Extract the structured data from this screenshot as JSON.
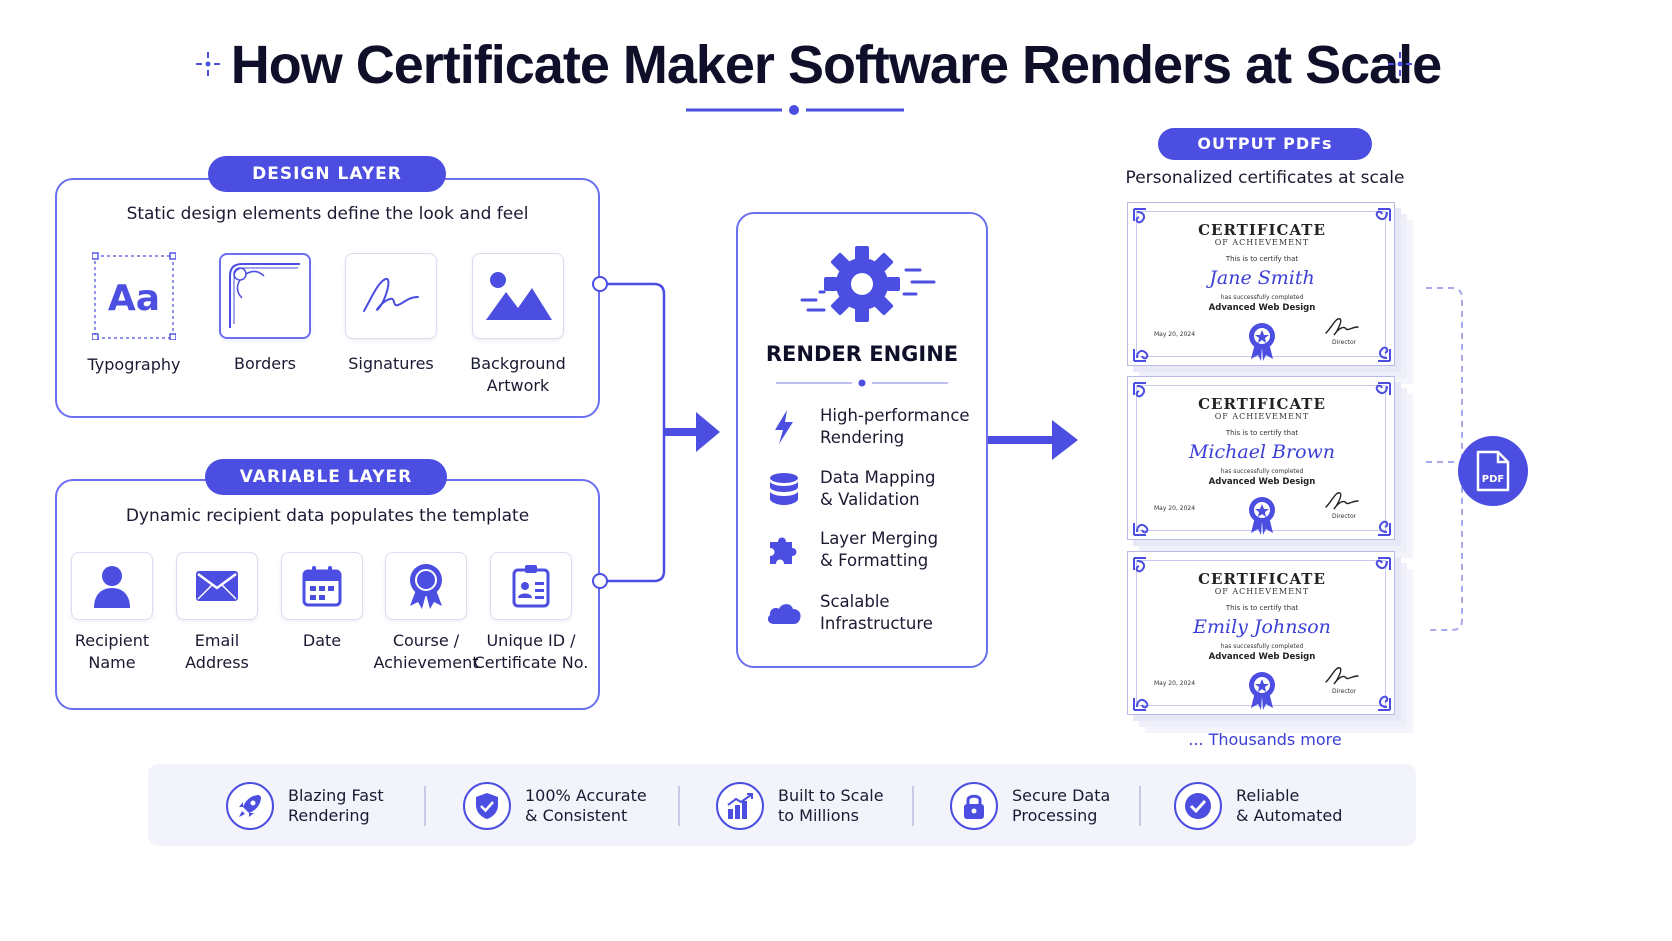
{
  "title": "How Certificate Maker Software Renders at Scale",
  "design_layer": {
    "label": "DESIGN LAYER",
    "description": "Static design elements define the look and feel",
    "items": [
      {
        "label": "Typography",
        "icon": "typography-icon"
      },
      {
        "label": "Borders",
        "icon": "border-icon"
      },
      {
        "label": "Signatures",
        "icon": "signature-icon"
      },
      {
        "label": "Background\nArtwork",
        "icon": "image-icon"
      }
    ]
  },
  "variable_layer": {
    "label": "VARIABLE LAYER",
    "description": "Dynamic recipient data populates the template",
    "items": [
      {
        "label": "Recipient\nName",
        "icon": "user-icon"
      },
      {
        "label": "Email\nAddress",
        "icon": "envelope-icon"
      },
      {
        "label": "Date",
        "icon": "calendar-icon"
      },
      {
        "label": "Course /\nAchievement",
        "icon": "award-icon"
      },
      {
        "label": "Unique ID /\nCertificate No.",
        "icon": "id-badge-icon"
      }
    ]
  },
  "render_engine": {
    "label": "RENDER ENGINE",
    "items": [
      {
        "label": "High-performance\nRendering",
        "icon": "lightning-icon"
      },
      {
        "label": "Data Mapping\n& Validation",
        "icon": "database-icon"
      },
      {
        "label": "Layer Merging\n& Formatting",
        "icon": "puzzle-icon"
      },
      {
        "label": "Scalable\nInfrastructure",
        "icon": "cloud-icon"
      }
    ]
  },
  "output": {
    "label": "OUTPUT PDFs",
    "description": "Personalized certificates at scale",
    "certificates": [
      {
        "title": "CERTIFICATE",
        "subtitle": "OF ACHIEVEMENT",
        "certify": "This is to certify that",
        "name": "Jane Smith",
        "completed": "has successfully completed",
        "course": "Advanced Web Design",
        "date": "May 20, 2024",
        "signer": "Director"
      },
      {
        "title": "CERTIFICATE",
        "subtitle": "OF ACHIEVEMENT",
        "certify": "This is to certify that",
        "name": "Michael Brown",
        "completed": "has successfully completed",
        "course": "Advanced Web Design",
        "date": "May 20, 2024",
        "signer": "Director"
      },
      {
        "title": "CERTIFICATE",
        "subtitle": "OF ACHIEVEMENT",
        "certify": "This is to certify that",
        "name": "Emily Johnson",
        "completed": "has successfully completed",
        "course": "Advanced Web Design",
        "date": "May 20, 2024",
        "signer": "Director"
      }
    ],
    "more": "... Thousands more",
    "pdf_badge": "PDF"
  },
  "features": [
    {
      "label": "Blazing Fast\nRendering",
      "icon": "rocket-icon"
    },
    {
      "label": "100% Accurate\n& Consistent",
      "icon": "shield-check-icon"
    },
    {
      "label": "Built to Scale\nto Millions",
      "icon": "bar-chart-icon"
    },
    {
      "label": "Secure Data\nProcessing",
      "icon": "lock-icon"
    },
    {
      "label": "Reliable\n& Automated",
      "icon": "check-circle-icon"
    }
  ],
  "colors": {
    "accent": "#4b4ee0",
    "border": "#6c6ff0",
    "text": "#1a1a33"
  }
}
